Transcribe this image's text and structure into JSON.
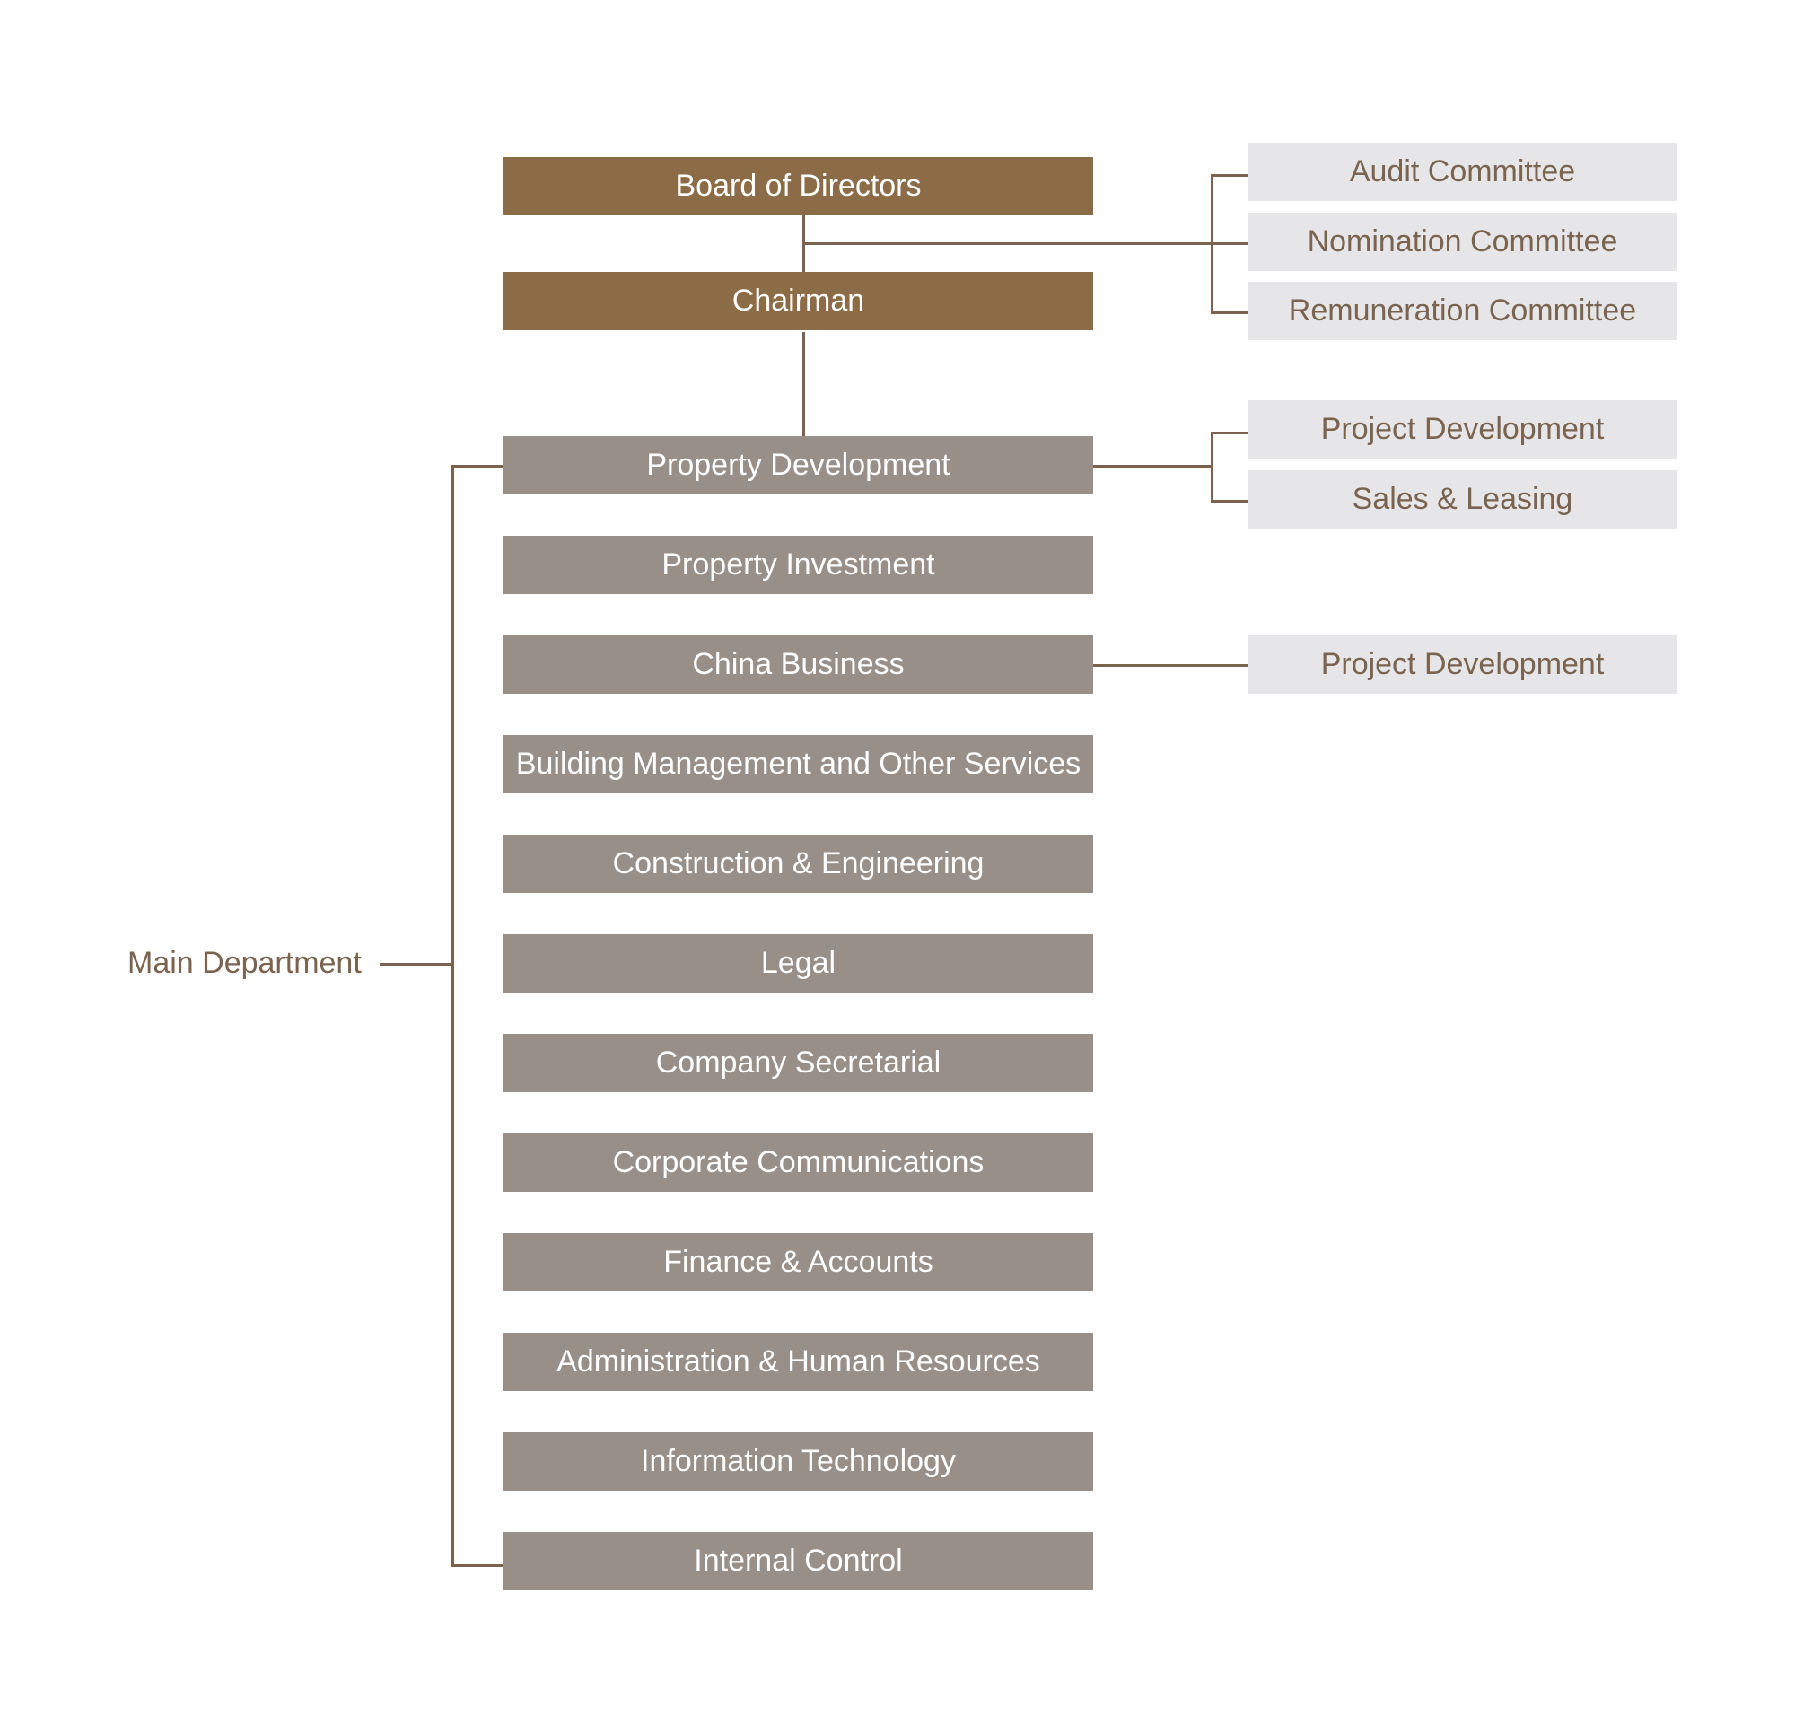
{
  "executive": {
    "board": "Board of Directors",
    "chairman": "Chairman"
  },
  "committees": [
    "Audit Committee",
    "Nomination Committee",
    "Remuneration Committee"
  ],
  "main_department_label": "Main Department",
  "departments": [
    "Property Development",
    "Property Investment",
    "China Business",
    "Building Management and Other Services",
    "Construction & Engineering",
    "Legal",
    "Company Secretarial",
    "Corporate Communications",
    "Finance & Accounts",
    "Administration & Human Resources",
    "Information Technology",
    "Internal Control"
  ],
  "property_development_units": [
    "Project Development",
    "Sales & Leasing"
  ],
  "china_business_units": [
    "Project Development"
  ],
  "colors": {
    "executive_box": "#8c6c46",
    "department_box": "#988f88",
    "side_box": "#e6e6e9",
    "connector": "#7a6450",
    "side_text": "#7a6450"
  }
}
